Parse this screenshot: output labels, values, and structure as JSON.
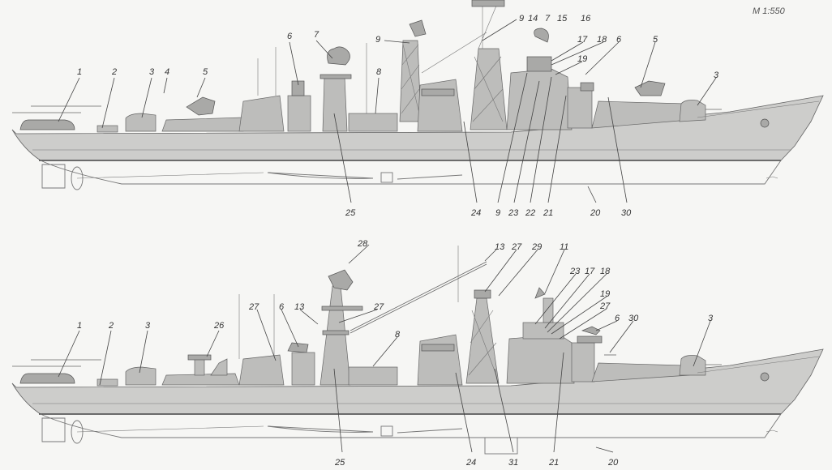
{
  "scale": "M 1:550",
  "top_ship": {
    "labels": [
      "1",
      "2",
      "3",
      "4",
      "5",
      "6",
      "7",
      "8",
      "9",
      "9",
      "14",
      "7",
      "15",
      "16",
      "17",
      "18",
      "6",
      "19",
      "5",
      "3",
      "25",
      "24",
      "9",
      "23",
      "22",
      "21",
      "20",
      "30"
    ]
  },
  "bottom_ship": {
    "labels": [
      "1",
      "2",
      "3",
      "26",
      "27",
      "6",
      "13",
      "28",
      "27",
      "8",
      "25",
      "13",
      "27",
      "29",
      "11",
      "23",
      "17",
      "18",
      "19",
      "27",
      "6",
      "30",
      "3",
      "24",
      "31",
      "21",
      "20"
    ]
  }
}
